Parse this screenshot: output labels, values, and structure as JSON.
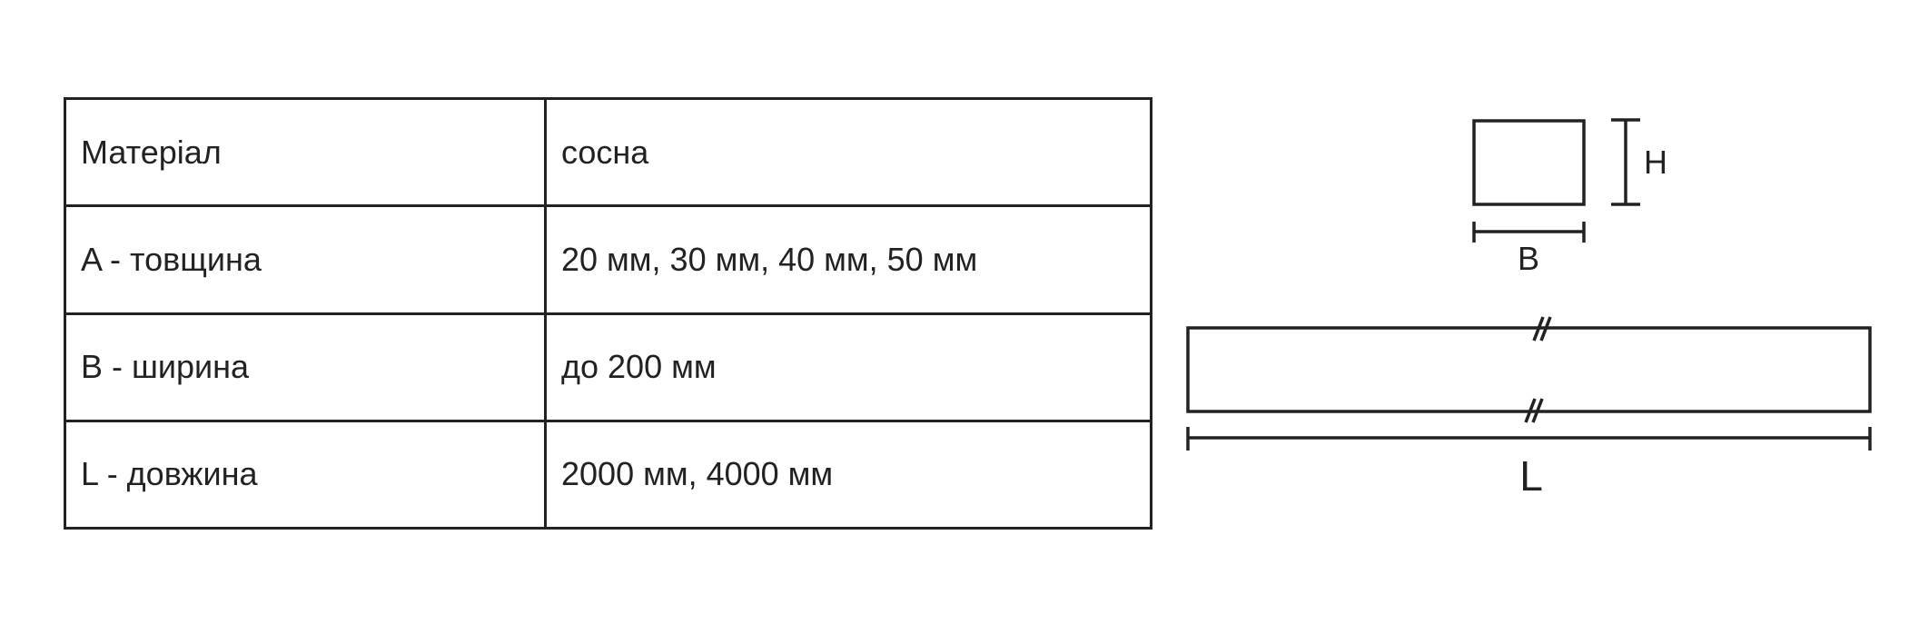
{
  "spec_table": {
    "rows": [
      {
        "label": "Матеріал",
        "value": "сосна"
      },
      {
        "label": "A - товщина",
        "value": "20 мм, 30 мм, 40 мм, 50 мм"
      },
      {
        "label": "B - ширина",
        "value": "до 200 мм"
      },
      {
        "label": "L - довжина",
        "value": "2000 мм, 4000 мм"
      }
    ]
  },
  "drawing": {
    "height_label": "H",
    "width_label": "B",
    "length_label": "L"
  }
}
